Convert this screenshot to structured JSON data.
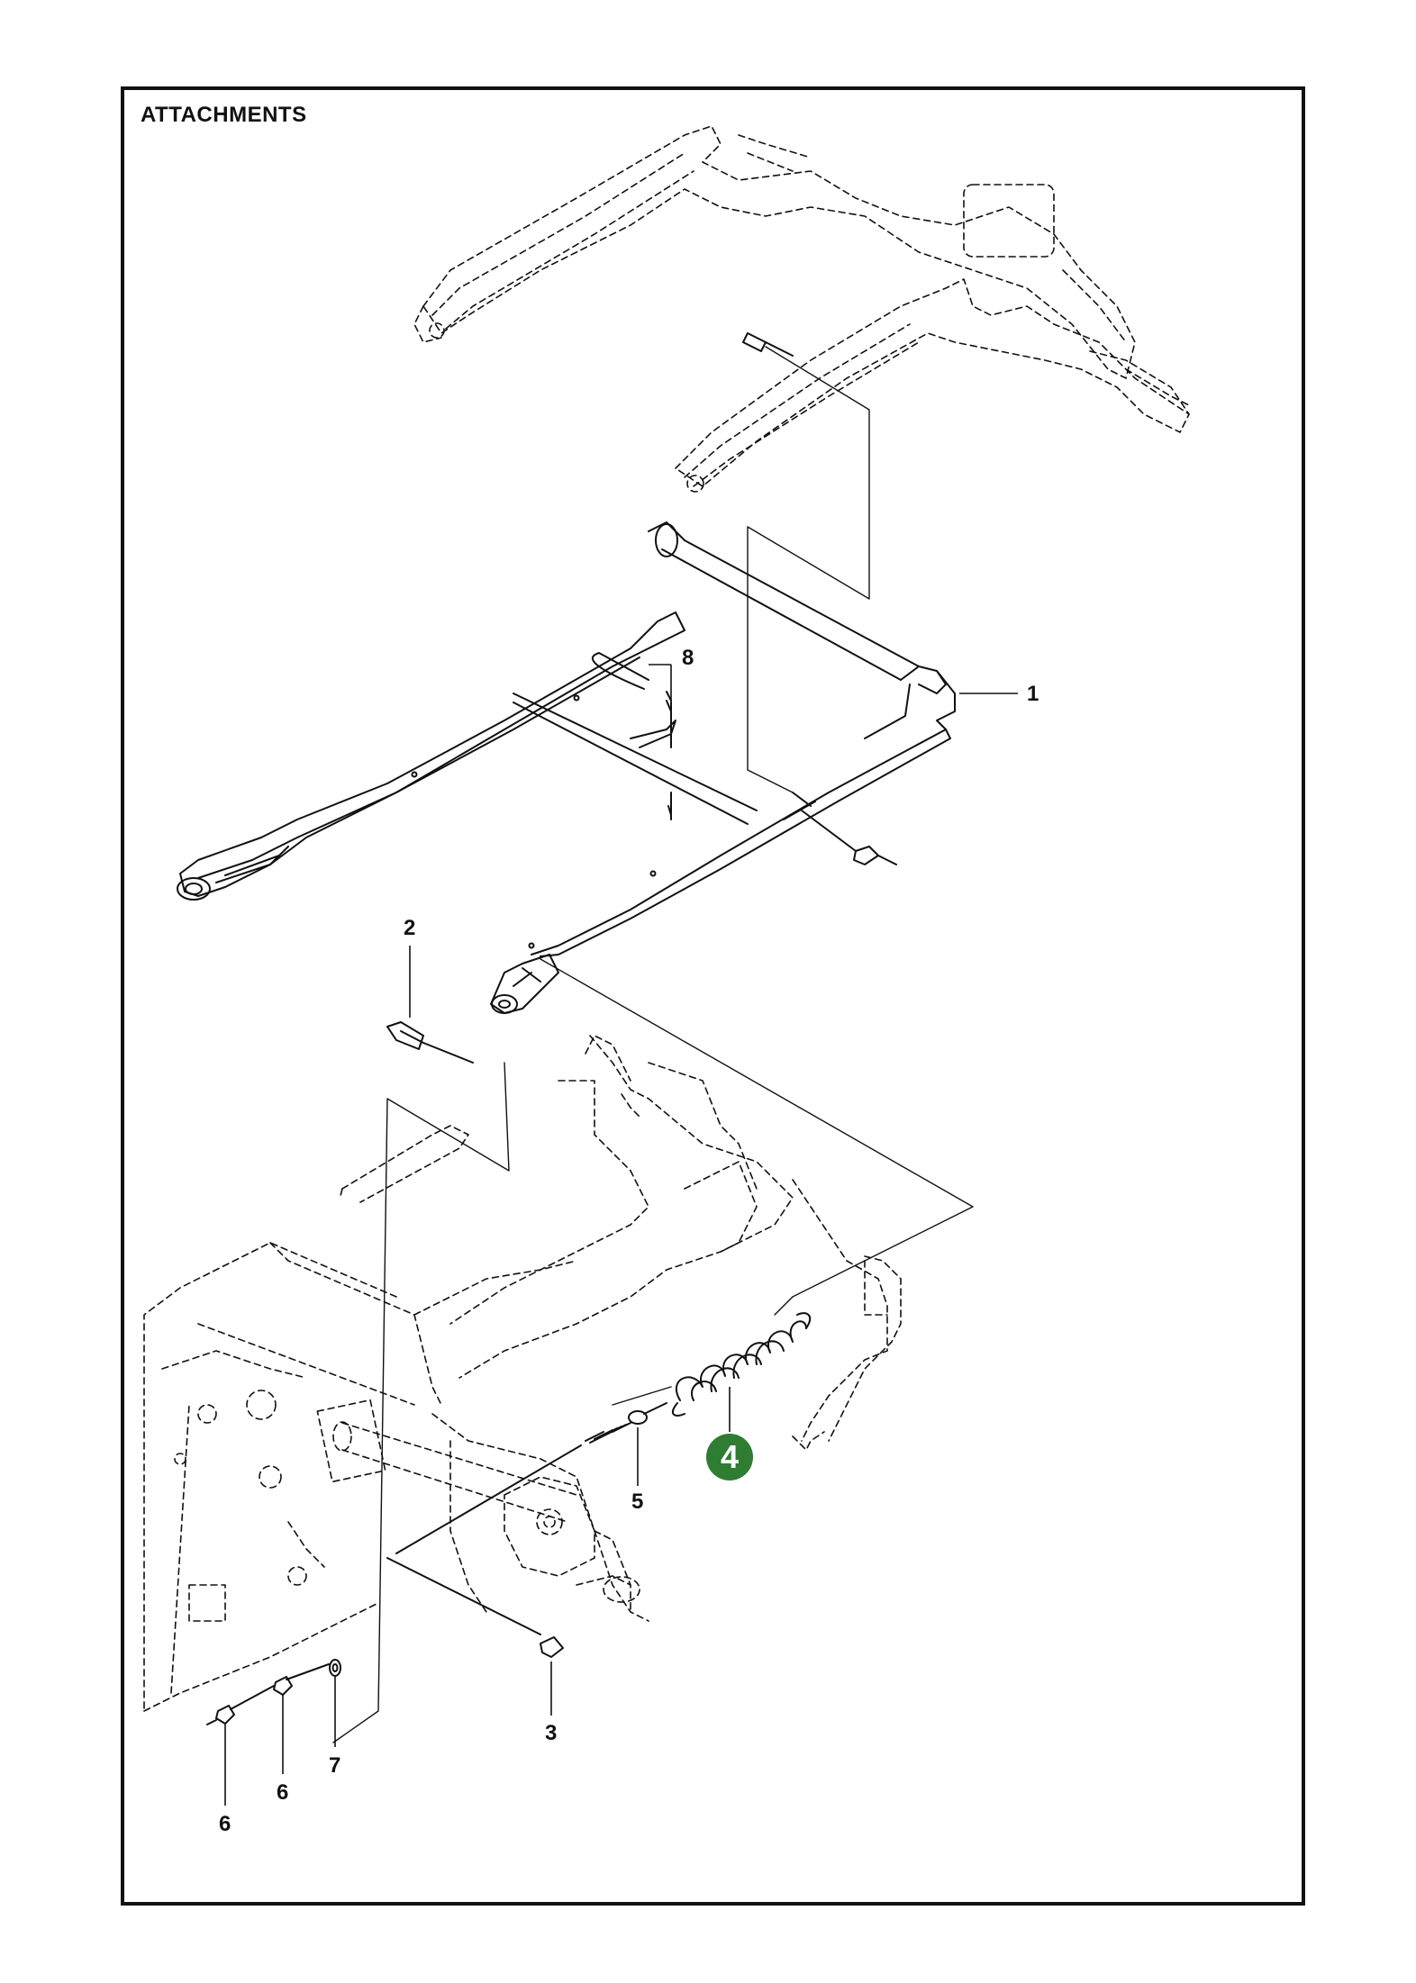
{
  "title": "ATTACHMENTS",
  "highlight_color": "#2e7d32",
  "callouts": {
    "c1": "1",
    "c2": "2",
    "c3": "3",
    "c4": "4",
    "c5": "5",
    "c6a": "6",
    "c6b": "6",
    "c7": "7",
    "c8": "8"
  }
}
